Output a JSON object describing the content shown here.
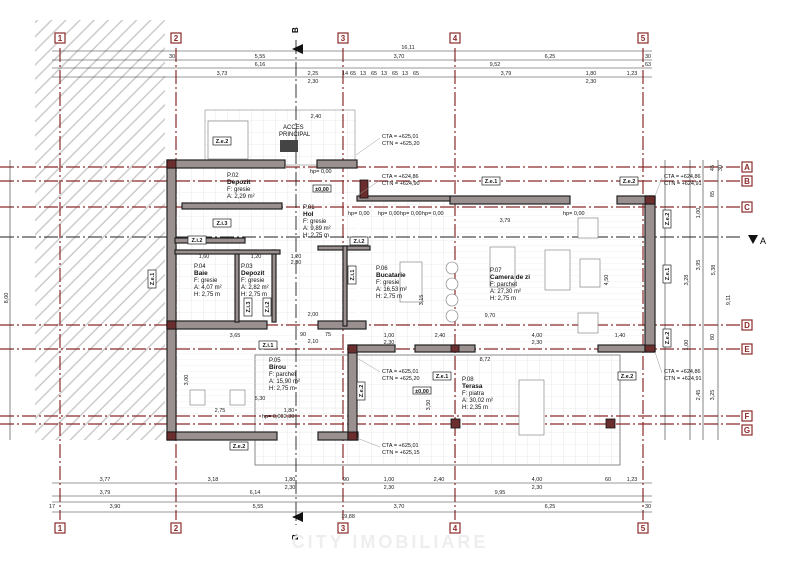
{
  "axes": {
    "vertical": [
      "1",
      "2",
      "3",
      "4",
      "5"
    ],
    "horizontal": [
      "A",
      "B",
      "C",
      "D",
      "E",
      "F",
      "G"
    ]
  },
  "section_marks": {
    "bb": "B",
    "aa": "A"
  },
  "dims_top": {
    "row1": [
      "16,11"
    ],
    "row2": [
      "30",
      "5,55",
      "3,70",
      "6,25",
      "30"
    ],
    "row3": [
      "6,16",
      "9,52",
      "63"
    ],
    "row4": [
      "3,73",
      "2,25",
      "2,30",
      "14",
      "65",
      "13",
      "65",
      "13",
      "65",
      "13",
      "65",
      "3,79",
      "1,80",
      "2,30",
      "1,23"
    ]
  },
  "dims_bottom": {
    "row1": [
      "3,77",
      "3,18",
      "1,80",
      "2,30",
      "90",
      "1,00",
      "2,30",
      "2,40",
      "4,00",
      "2,30",
      "60",
      "1,23"
    ],
    "row2": [
      "3,79",
      "6,14",
      "9,95"
    ],
    "row3": [
      "17",
      "3,90",
      "5,55",
      "3,70",
      "6,25",
      "30"
    ],
    "row4": [
      "19,88"
    ]
  },
  "dims_left": [
    "8,00"
  ],
  "dims_right": [
    "45",
    "30",
    "85",
    "1,00",
    "3,95",
    "5,38",
    "9,11",
    "3,28",
    "80",
    "1,00",
    "2,45",
    "3,25"
  ],
  "entrance": {
    "label1": "ACCES",
    "label2": "PRINCIPAL",
    "dim": "2,40"
  },
  "rooms": [
    {
      "code": "P.01",
      "name": "Hol",
      "floor": "F: gresie",
      "area": "A: 9,89 m²",
      "height": "H: 2,75 m"
    },
    {
      "code": "P.02",
      "name": "Depozit",
      "floor": "F: gresie",
      "area": "A: 2,29 m²"
    },
    {
      "code": "P.03",
      "name": "Depozit",
      "floor": "F: gresie",
      "area": "A: 2,82 m²",
      "height": "H: 2,75 m"
    },
    {
      "code": "P.04",
      "name": "Baie",
      "floor": "F: gresie",
      "area": "A: 4,07 m²",
      "height": "H: 2,75 m"
    },
    {
      "code": "P.05",
      "name": "Birou",
      "floor": "F: parchet",
      "area": "A: 15,90 m²",
      "height": "H: 2,75 m"
    },
    {
      "code": "P.06",
      "name": "Bucatarie",
      "floor": "F: gresie",
      "area": "A: 16,53 m²",
      "height": "H: 2,75 m"
    },
    {
      "code": "P.07",
      "name": "Camera de zi",
      "floor": "F: parchet",
      "area": "A: 27,30 m²",
      "height": "H: 2,75 m"
    },
    {
      "code": "P.08",
      "name": "Terasa",
      "floor": "F: piatra",
      "area": "A: 30,02 m²",
      "height": "H: 2,35 m"
    }
  ],
  "levels": [
    {
      "cta": "CTA = +625,01",
      "ctn": "CTN = +625,20"
    },
    {
      "cta": "CTA = +624,86",
      "ctn": "CTN = +624,90"
    },
    {
      "cta": "CTA = +624,86",
      "ctn": "CTN = +624,91"
    },
    {
      "cta": "CTA = +624,86",
      "ctn": "CTN = +624,91"
    },
    {
      "cta": "CTA = +625,01",
      "ctn": "CTN = +625,20"
    },
    {
      "cta": "CTA = +625,01",
      "ctn": "CTN = +625,15"
    }
  ],
  "hp_labels": [
    "hp= 0,00",
    "hp= 0,00",
    "hp= 0,00",
    "hp= 0,00",
    "hp= 0,00",
    "hp= 0,00",
    "hp= 0,00"
  ],
  "zero_marks": [
    "±0,00",
    "±0,00"
  ],
  "wall_tags": [
    "Z.e.2",
    "Z.e.1",
    "Z.e.2",
    "Z.e.2",
    "Z.e.1",
    "Z.e.2",
    "Z.e.2",
    "Z.e.1",
    "Z.e.2",
    "Z.e.2",
    "Z.e.1",
    "Z.i.1",
    "Z.i.2",
    "Z.i.2",
    "Z.i.3",
    "Z.i.3",
    "Z.i.2",
    "Z.i.1"
  ],
  "inner_dims": [
    "3,79",
    "9,70",
    "4,50",
    "4,00",
    "2,30",
    "1,40",
    "8,72",
    "2,40",
    "3,65",
    "5,30",
    "2,75",
    "1,80",
    "2,30",
    "3,00",
    "3,50",
    "2,00",
    "1,00",
    "2,30",
    "3,15",
    "1,20",
    "1,60",
    "1,20",
    "2,30",
    "2,10",
    "90",
    "75"
  ],
  "watermark": "CITY IMOBILIARE"
}
